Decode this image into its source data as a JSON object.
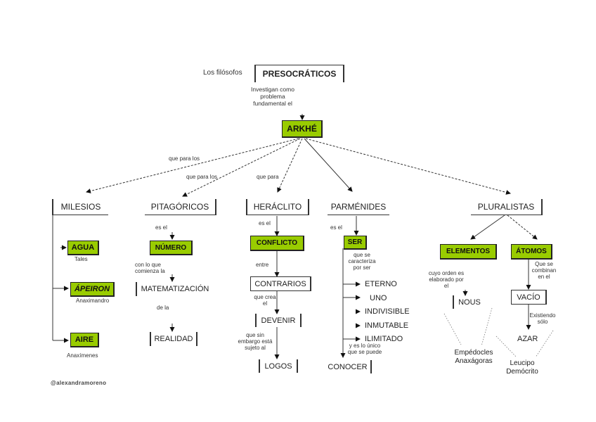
{
  "diagram": {
    "intro_label": "Los filósofos",
    "root": "PRESOCRÁTICOS",
    "root_link": "Investigan como problema fundamental el",
    "core": "ARKHÉ",
    "core_color": "#99cc00",
    "branch_links": [
      "que para los",
      "que para los",
      "que para"
    ],
    "schools": {
      "milesios": {
        "title": "MILESIOS",
        "items": [
          {
            "concept": "AGUA",
            "author": "Tales"
          },
          {
            "concept": "ÁPEIRON",
            "author": "Anaximandro"
          },
          {
            "concept": "AIRE",
            "author": "Anaxímenes"
          }
        ]
      },
      "pitagoricos": {
        "title": "PITAGÓRICOS",
        "link1": "es el",
        "concept": "NÚMERO",
        "link2": "con lo que comienza la",
        "node2": "MATEMATIZACIÓN",
        "link3": "de la",
        "node3": "REALIDAD"
      },
      "heraclito": {
        "title": "HERÁCLITO",
        "link1": "es el",
        "concept": "CONFLICTO",
        "link2": "entre",
        "node2": "CONTRARIOS",
        "link3": "que crea el",
        "node3": "DEVENIR",
        "link4": "que sin embargo está sujeto al",
        "node4": "LOGOS"
      },
      "parmenides": {
        "title": "PARMÉNIDES",
        "link1": "es el",
        "concept": "SER",
        "link2": "que se caracteriza por ser",
        "attributes": [
          "ETERNO",
          "UNO",
          "INDIVISIBLE",
          "INMUTABLE",
          "ILIMITADO"
        ],
        "link3": "y es lo único que se puede",
        "node3": "CONOCER"
      },
      "pluralistas": {
        "title": "PLURALISTAS",
        "left": {
          "concept": "ELEMENTOS",
          "link": "cuyo orden es elaborado por el",
          "node": "NOUS",
          "authors": "Empédocles Anaxágoras"
        },
        "right": {
          "concept": "ÁTOMOS",
          "link": "Que se combinan en el",
          "node": "VACÍO",
          "link2": "Existiendo sólo",
          "node2": "AZAR",
          "authors": "Leucipo Demócrito"
        }
      }
    },
    "credit": "@alexandramoreno"
  }
}
